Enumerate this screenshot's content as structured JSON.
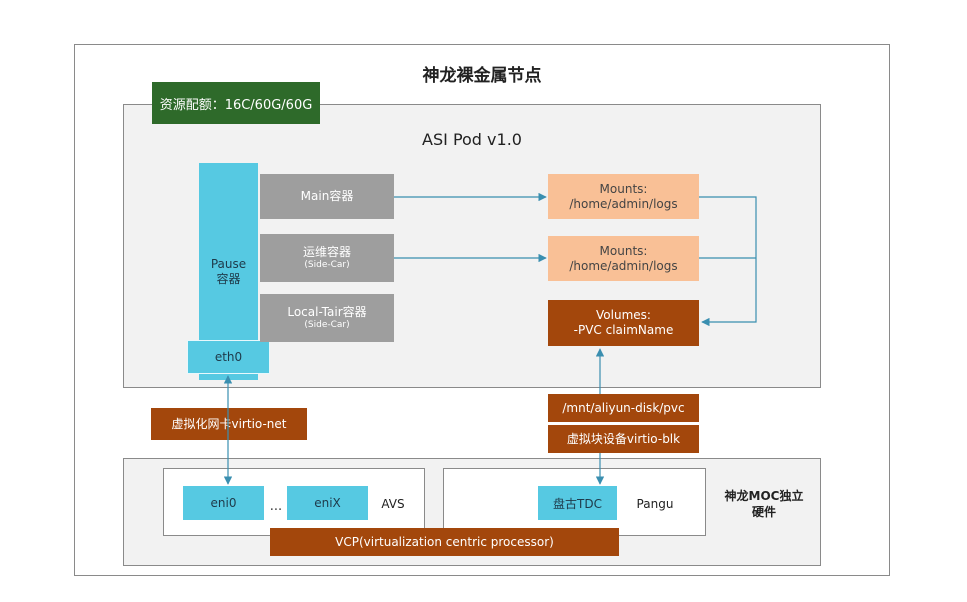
{
  "diagram": {
    "title": "神龙裸金属节点",
    "quota": "资源配额：16C/60G/60G",
    "pod_title": "ASI Pod v1.0",
    "pause": {
      "line1": "Pause",
      "line2": "容器"
    },
    "eth0": "eth0",
    "containers": {
      "main": {
        "label": "Main容器"
      },
      "ops": {
        "label": "运维容器",
        "sub": "(Side-Car)"
      },
      "tair": {
        "label": "Local-Tair容器",
        "sub": "(Side-Car)"
      }
    },
    "mounts": [
      {
        "line1": "Mounts:",
        "line2": "/home/admin/logs"
      },
      {
        "line1": "Mounts:",
        "line2": "/home/admin/logs"
      }
    ],
    "volumes": {
      "line1": "Volumes:",
      "line2": "-PVC claimName"
    },
    "nic": "虚拟化网卡virtio-net",
    "mount_path": "/mnt/aliyun-disk/pvc",
    "virtio_blk": "虚拟块设备virtio-blk",
    "eni0": "eni0",
    "dots": "...",
    "enix": "eniX",
    "avs": "AVS",
    "tdc": "盘古TDC",
    "pangu": "Pangu",
    "moc": {
      "line1": "神龙MOC独立",
      "line2": "硬件"
    },
    "vcp": "VCP(virtualization centric processor)"
  },
  "colors": {
    "green": "#2e6a2a",
    "cyan": "#56c9e2",
    "gray": "#9e9e9e",
    "peach": "#f9c096",
    "brown": "#a3470c",
    "arrow": "#3a8fb0"
  }
}
